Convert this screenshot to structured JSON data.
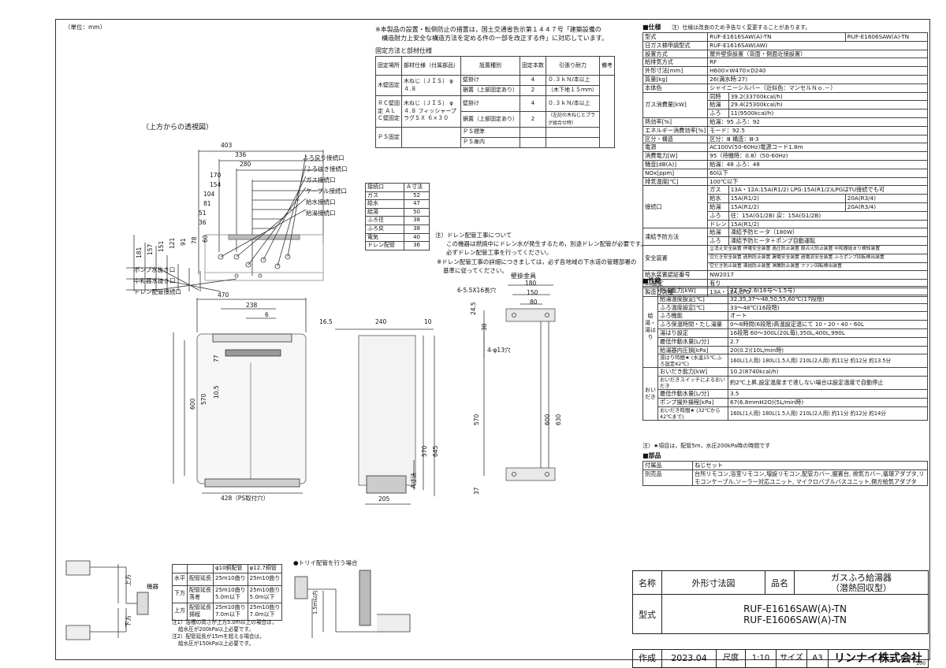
{
  "unit_note": "（単位：mm）",
  "notes_top": {
    "line1": "※本製品の設置・転倒防止の措置は，国土交通省告示第１４４７号「建築設備の",
    "line2": "構造耐力上安全な構造方法を定める件の一部を改正する件」に対応しています。",
    "fix_title": "固定方法と部材仕様"
  },
  "fix_table": {
    "headers": [
      "固定場所",
      "部材仕様（付属部品）",
      "設置種別",
      "固定本数",
      "引張り耐力",
      "備考"
    ],
    "rows": [
      [
        "木壁固定",
        "木ねじ（ＪＩＳ） φ４.８",
        "壁掛け",
        "4",
        "０.３ｋＮ/本以上",
        ""
      ],
      [
        "",
        "",
        "据置（上部固定あり）",
        "2",
        "（木下地１５ｍｍ）",
        ""
      ],
      [
        "ＲＣ壁固定 ＡＬＣ壁固定",
        "木ねじ（ＪＩＳ） φ４.８ フィッシャープラグＳＸ ６×３０",
        "壁掛け",
        "4",
        "０.３ｋＮ/本以上",
        ""
      ],
      [
        "",
        "",
        "据置（上部固定あり）",
        "2",
        "（左記の木ねじとプラグ組合せ時）",
        ""
      ],
      [
        "ＰＳ固定",
        "",
        "ＰＳ標準",
        "",
        "",
        " "
      ],
      [
        "",
        "",
        "ＰＳ扉内",
        "",
        "",
        " "
      ]
    ]
  },
  "top_view": {
    "title": "（上方からの透視図）",
    "dims": [
      "403",
      "336",
      "280",
      "170",
      "154",
      "104",
      "81",
      "51",
      "36"
    ],
    "vdims": [
      "181",
      "157",
      "151",
      "121",
      "91",
      "78",
      "60"
    ],
    "callouts": [
      "ふろ戻り接続口",
      "ふろ往き接続口",
      "ガス接続口",
      "ケーブル接続口",
      "給水接続口",
      "給湯接続口"
    ],
    "lower_callouts": [
      "ポンプ水抜き口",
      "中和器水抜き口",
      "ドレン配管接続口"
    ]
  },
  "a_table": {
    "headers": [
      "接続口",
      "Ａ寸法"
    ],
    "rows": [
      [
        "ガス",
        "52"
      ],
      [
        "給水",
        "47"
      ],
      [
        "給湯",
        "50"
      ],
      [
        "ふろ往",
        "38"
      ],
      [
        "ふろ戻",
        "38"
      ],
      [
        "電気",
        "40"
      ],
      [
        "ドレン配管",
        "36"
      ]
    ]
  },
  "drain_note": {
    "l1": "注）ドレン配管工事について",
    "l2": "この機器は燃焼中にドレン水が発生するため，別途ドレン配管が必要です。",
    "l3": "必ずドレン配管工事を行ってください。",
    "l4": "※ドレン配管工事の詳細につきましては，必ず各地域の下水道の管轄部署の",
    "l5": "基準に従ってください。"
  },
  "front_view": {
    "w470": "470",
    "w238": "238",
    "w6": "6",
    "h77": "77",
    "h105": "10.5",
    "h600": "600",
    "h570": "570",
    "w428": "428（PS取付穴）"
  },
  "side_view": {
    "d165": "16.5",
    "d240": "240",
    "d10": "10",
    "h570": "570",
    "h645": "645",
    "w205": "205",
    "a": "A寸法"
  },
  "bracket_view": {
    "title": "壁掛金具",
    "w180": "180",
    "w150": "150",
    "w80": "80",
    "hole1": "6-5.5X16長穴",
    "h245": "24.5",
    "h38": "38",
    "hole2": "4-φ13穴",
    "h570": "570",
    "h600": "600",
    "h630": "630",
    "h37": "37"
  },
  "spec": {
    "title": "■仕様",
    "title_note": "注）仕様は改良のため予告なく変更することがあります。",
    "rows": [
      [
        "型式",
        "",
        "RUF-E1616SAW(A)-TN",
        "RUF-E1606SAW(A)-TN"
      ],
      [
        "日ガス検申請型式",
        "",
        "RUF-E1616SAW(AW)",
        ""
      ],
      [
        "設置方式",
        "",
        "屋外壁掛設置（背面・側面近接設置）",
        ""
      ],
      [
        "給排気方式",
        "",
        "RF",
        ""
      ],
      [
        "外形寸法[mm]",
        "",
        "H600×W470×D240",
        ""
      ],
      [
        "質量[kg]",
        "",
        "26(満水時:27)",
        ""
      ],
      [
        "本体色",
        "",
        "シャイニーシルバー（近似色：マンセルＮｏ.－）",
        ""
      ],
      [
        "ガス消費量[kW]",
        "同時",
        "39.2(33700kcal/h)",
        ""
      ],
      [
        "",
        "給湯",
        "29.4(25300kcal/h)",
        ""
      ],
      [
        "",
        "ふろ",
        "11(9500kcal/h)",
        ""
      ],
      [
        "熱効率[%]",
        "",
        "給湯：95 ふろ：92",
        ""
      ],
      [
        "エネルギー消費効率[%]",
        "",
        "モード：92.5",
        ""
      ],
      [
        "区分・構造",
        "",
        "区分：Ⅲ 構造：Ⅲ-3",
        ""
      ],
      [
        "電源",
        "",
        "AC100V(50-60Hz)電源コード1.8m",
        ""
      ],
      [
        "消費電力[W]",
        "",
        "95（待機時：0.8）(50-60Hz)",
        ""
      ],
      [
        "騒音[dB(A)]",
        "",
        "給湯：48 ふろ：48",
        ""
      ],
      [
        "NOx[ppm]",
        "",
        "60以下",
        ""
      ],
      [
        "排気温度[℃]",
        "",
        "100℃以下",
        ""
      ],
      [
        "接続口",
        "ガス",
        "13A・12A:15A(R1/2) LPG:15A(R1/2)LPGはTU接続でも可",
        ""
      ],
      [
        "",
        "給水",
        "15A(R1/2)",
        "20A(R3/4)"
      ],
      [
        "",
        "給湯",
        "15A(R1/2)",
        "20A(R3/4)"
      ],
      [
        "",
        "ふろ",
        "往：15A(G1/2B) 戻：15A(G1/2B)",
        ""
      ],
      [
        "",
        "ドレン",
        "15A(R1/2)",
        ""
      ],
      [
        "凍結予防方法",
        "給湯",
        "凍結予防ヒータ（180W）",
        ""
      ],
      [
        "",
        "ふろ",
        "凍結予防ヒータ＋ポンプ自動運転",
        ""
      ],
      [
        "安全装置",
        "",
        "立消え安全装置 停電安全装置 過圧防止装置 誤点火防止装置 中和器詰まり検知装置",
        ""
      ],
      [
        "",
        "",
        "空だき安全装置 過熱防止装置 漏電安全装置 過電流安全装置 ふろポンプ回転検出装置",
        ""
      ],
      [
        "",
        "",
        "空だき防止装置 凍結防止装置 沸騰防止装置 ファン回転検出装置",
        ""
      ],
      [
        "給水装置認証番号",
        "",
        "NW2017",
        ""
      ],
      [
        "BL認定",
        "",
        "有り",
        ""
      ],
      [
        "製造ガス種",
        "",
        "13A・12A,LPG",
        ""
      ]
    ]
  },
  "perf": {
    "title": "■性能",
    "group1": "給湯・湯はり",
    "group2": "おいだき",
    "rows": [
      [
        "給湯能力[kW]",
        "27.9～2.6(16号～1.5号)"
      ],
      [
        "給湯温度設定[℃]",
        "32,35,37～48,50,55,60℃(17段階)"
      ],
      [
        "ふろ温度設定[℃]",
        "33～48℃(16段階)"
      ],
      [
        "ふろ機能",
        "オート"
      ],
      [
        "ふろ保温時間・たし湯量",
        "0～8時間(6段階)高温設定温にて 10・20・40・60L"
      ],
      [
        "湯はり設定",
        "16段階 60～300L(20L毎),350L,400L,990L"
      ],
      [
        "最低作動水量[L/分]",
        "2.7"
      ],
      [
        "給湯器内圧損[kPa]",
        "20(0.2)(10L/min時)"
      ],
      [
        "湯はり時間★ (水温15℃,ふろ設定42℃)",
        "160L(1人用) 180L(1.5人用) 210L(2人用) 約11分 約12分 約13.5分"
      ],
      [
        "おいだき能力[kW]",
        "10.2(8740kcal/h)"
      ],
      [
        "おいだきスイッチによるおいだき",
        "約2℃上昇,設定温度まで達しない場合は設定温度で自動停止"
      ],
      [
        "最低作動水量[L/分]",
        "3.5"
      ],
      [
        "ポンプ揚外揚程[kPa]",
        "67(6.8mmH2O)(5L/min時)"
      ],
      [
        "おいだき時間★ (32℃から42℃まで)",
        "160L(1人用) 180L(1.5人用) 210L(2人用) 約11分 約12分 約14分"
      ]
    ],
    "note": "注）★項目は，配管5m，水圧200kPa時の時間です"
  },
  "parts": {
    "title": "■部品",
    "rows": [
      [
        "付属品",
        "ねじセット"
      ],
      [
        "別売品",
        "台所リモコン,浴室リモコン,増設リモコン,配管カバー,据置台, 排気カバー,循環アダプタ,リモコンケーブル,ソーラー対応ユニット, マイクロバブルバスユニット,側方給気アダプタ"
      ]
    ]
  },
  "bottom_left": {
    "note1": "注1）浴槽の高さが上方5.0m以上の場合は，",
    "note1b": "給水圧が200kPa以上必要です。",
    "note2": "注2）配管延長が15mを超える場合は，",
    "note2b": "給水圧が150kPa以上必要です。",
    "table_headers": [
      "",
      "",
      "φ10銅配管",
      "φ12.7銅管"
    ],
    "table_rows": [
      [
        "水平",
        "配管延長",
        "25m10曲り",
        "25m10曲り"
      ],
      [
        "下方",
        "配管延長 落差",
        "25m10曲り 5.0m以下",
        "25m10曲り 5.0m以下"
      ],
      [
        "上方",
        "配管延長 揚程",
        "25m10曲り 7.0m以下",
        "25m10曲り 7.0m以下"
      ]
    ],
    "trap_title": "●トリイ配管を行う場合",
    "label_device": "機器",
    "label_up": "上方",
    "label_down": "下方",
    "label_15": "1.5ｍ以内"
  },
  "title_block": {
    "name_label": "名称",
    "name_value": "外形寸法図",
    "product_label": "品名",
    "product_value1": "ガスふろ給湯器",
    "product_value2": "（潜熱回収型）",
    "model_label": "型式",
    "model1": "RUF-E1616SAW(A)-TN",
    "model2": "RUF-E1606SAW(A)-TN",
    "created_label": "作成",
    "created_value": "2023.04",
    "scale_label": "尺度",
    "scale_value": "1:10",
    "size_label": "サイズ",
    "size_value": "A3",
    "company": "リンナイ株式会社",
    "page_no": "100"
  }
}
